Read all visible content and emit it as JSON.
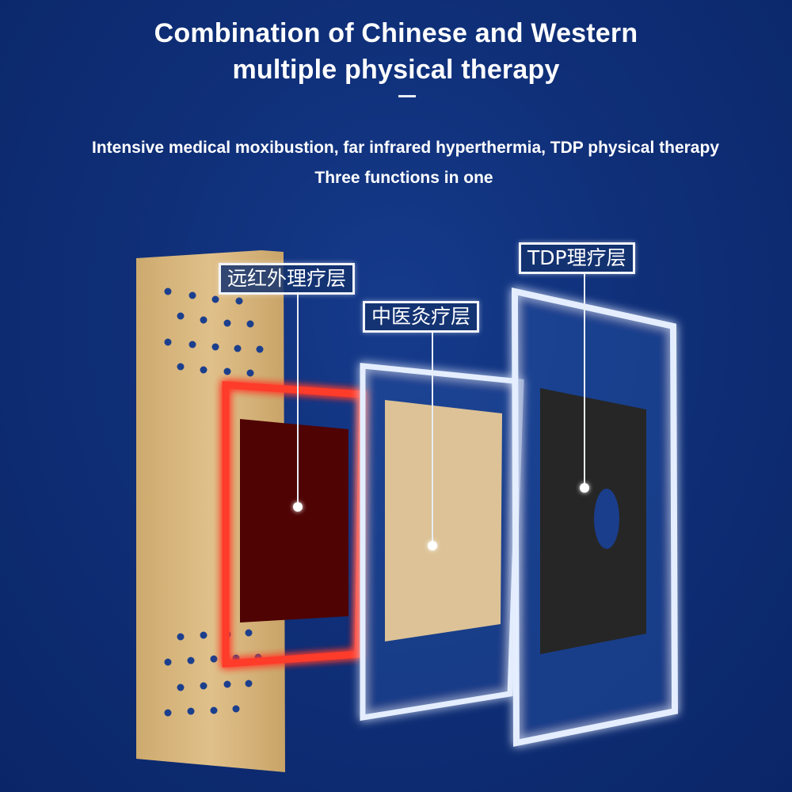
{
  "header": {
    "title_line1": "Combination of Chinese and Western",
    "title_line2": "multiple physical therapy",
    "subtitle_line1": "Intensive medical moxibustion, far infrared hyperthermia, TDP physical therapy",
    "subtitle_line2": "Three functions in one"
  },
  "layers": {
    "infrared_label": "远红外理疗层",
    "moxibustion_label": "中医灸疗层",
    "tdp_label": "TDP理疗层"
  },
  "colors": {
    "background": "#0f2f78",
    "plaster": "#d9b981",
    "infrared_pad": "#4f0303",
    "infrared_glow": "#ff3b2a",
    "moxa_pad": "#dcc296",
    "tdp_pad": "#262626",
    "frame_glow": "#cfe2ff"
  }
}
